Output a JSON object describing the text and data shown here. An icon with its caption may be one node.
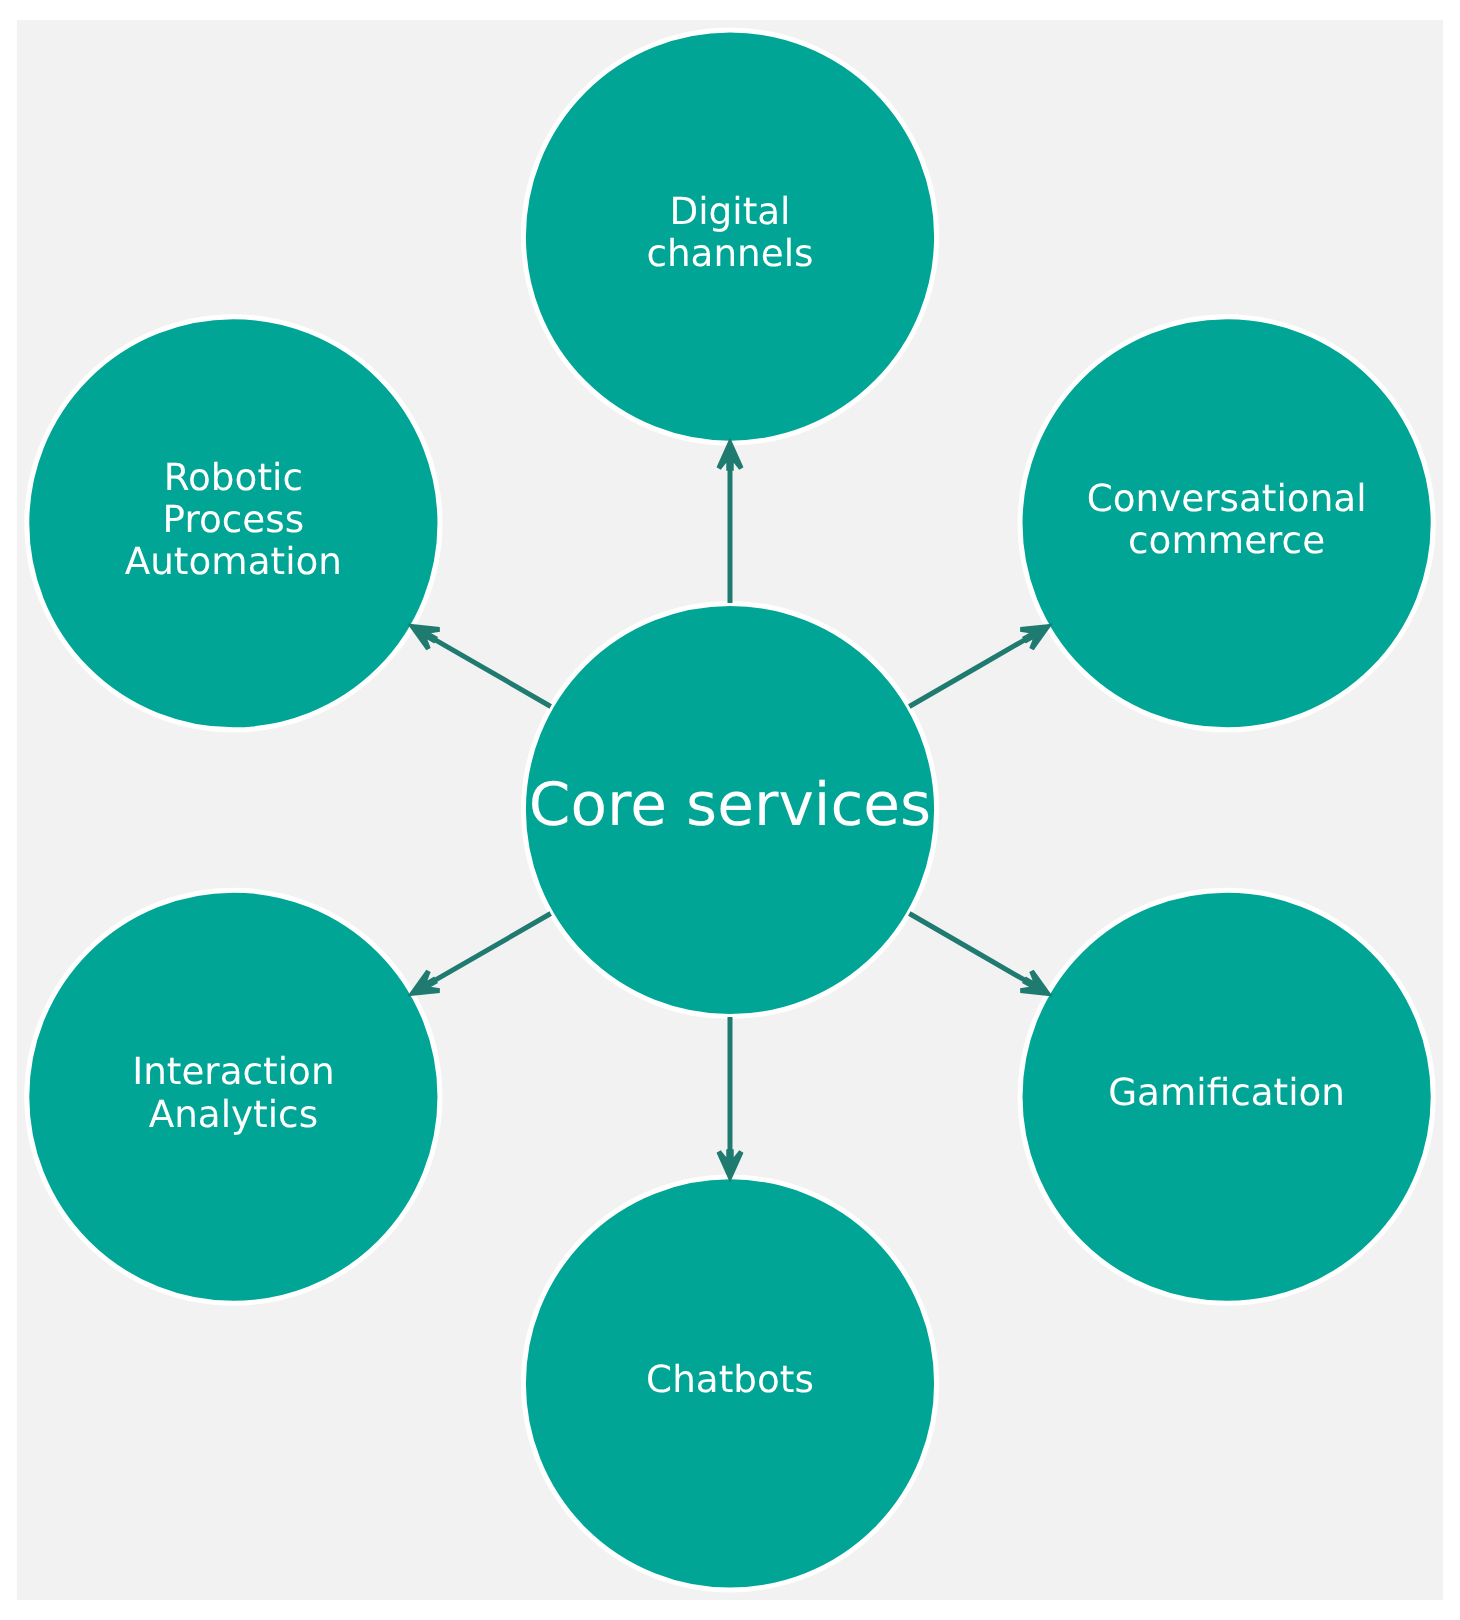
{
  "diagram": {
    "nodes": [
      {
        "text": [
          "Core services"
        ]
      },
      {
        "text": [
          "Conversational commerce"
        ]
      },
      {
        "text": [
          "Digital channels"
        ]
      },
      {
        "text": [
          "Robotic Process Automation"
        ]
      },
      {
        "text": [
          "Interaction Analytics"
        ]
      },
      {
        "text": [
          "Chatbots"
        ]
      },
      {
        "text": [
          "Gamification"
        ]
      }
    ],
    "edges": [
      {
        "from": 0,
        "to": 1,
        "arrow": "to"
      },
      {
        "from": 0,
        "to": 2,
        "arrow": "to"
      },
      {
        "from": 0,
        "to": 3,
        "arrow": "to"
      },
      {
        "from": 0,
        "to": 4,
        "arrow": "to"
      },
      {
        "from": 0,
        "to": 5,
        "arrow": "to"
      },
      {
        "from": 0,
        "to": 6,
        "arrow": "to"
      }
    ]
  }
}
